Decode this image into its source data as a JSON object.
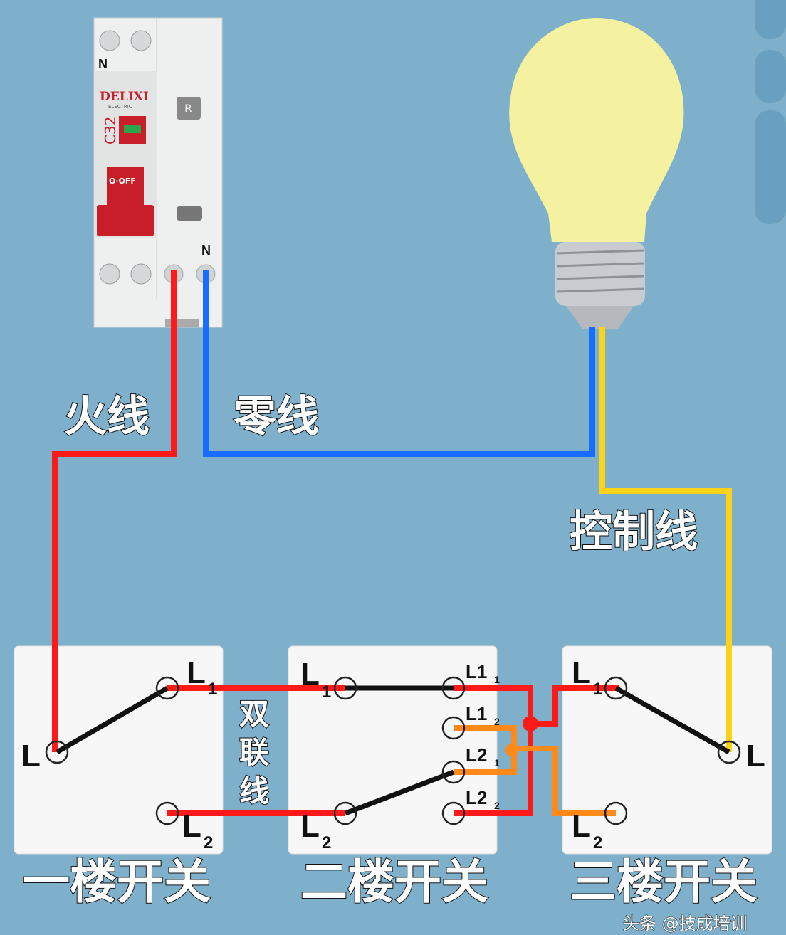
{
  "colors": {
    "background": "#7fb0cb",
    "live_wire": "#ff1a1a",
    "neutral_wire": "#1a6cff",
    "control_wire": "#ffd21a",
    "traveler_cross": "#ff8a1a",
    "switch_link": "#111111",
    "bulb": "#f4f1a0"
  },
  "breaker": {
    "brand": "DELIXI",
    "sub_brand": "ELECTRIC",
    "rating": "C32",
    "handle_text": "O·OFF",
    "test_button": "R",
    "n_top": "N",
    "n_bottom": "N"
  },
  "labels": {
    "live": "火线",
    "neutral": "零线",
    "control": "控制线",
    "double_link": [
      "双",
      "联",
      "线"
    ]
  },
  "switches": [
    {
      "name": "一楼开关",
      "terminals": {
        "common": "L",
        "l1": "L",
        "l1_sub": "1",
        "l2": "L",
        "l2_sub": "2"
      }
    },
    {
      "name": "二楼开关",
      "terminals": {
        "l1": "L",
        "l1_sub": "1",
        "l2": "L",
        "l2_sub": "2",
        "r1": "L1",
        "r1_sub": "1",
        "r2": "L1",
        "r2_sub": "2",
        "r3": "L2",
        "r3_sub": "1",
        "r4": "L2",
        "r4_sub": "2"
      }
    },
    {
      "name": "三楼开关",
      "terminals": {
        "common": "L",
        "l1": "L",
        "l1_sub": "1",
        "l2": "L",
        "l2_sub": "2"
      }
    }
  ],
  "watermark": "头条 @技成培训"
}
